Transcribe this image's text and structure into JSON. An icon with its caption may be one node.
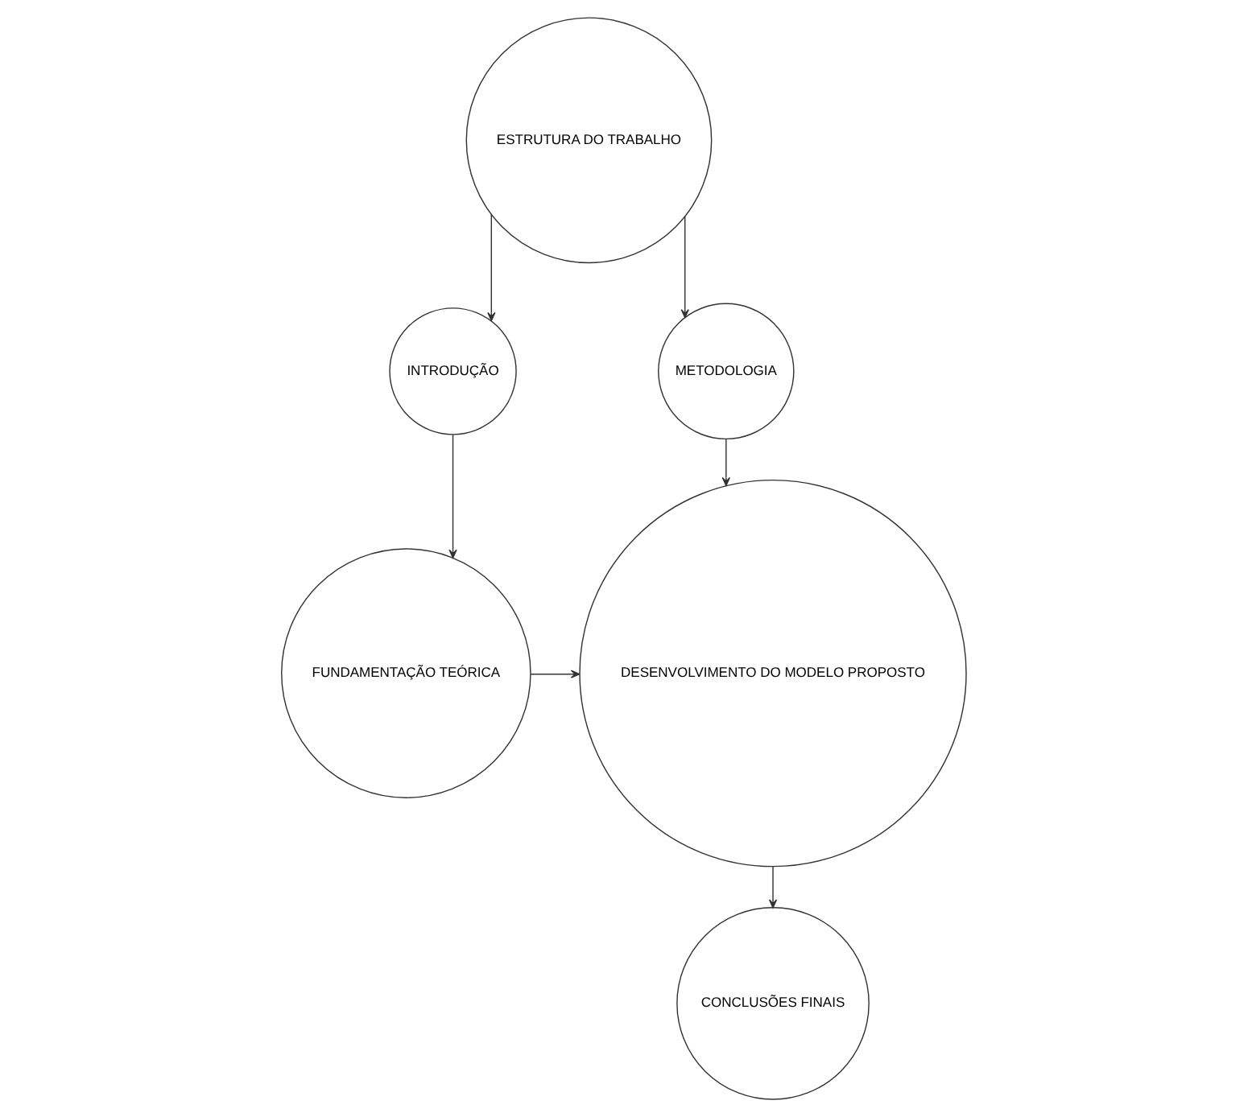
{
  "diagram": {
    "nodes": [
      {
        "text": [
          "ESTRUTURA DO TRABALHO"
        ]
      },
      {
        "text": [
          "INTRODUÇÃO"
        ]
      },
      {
        "text": [
          "METODOLOGIA"
        ]
      },
      {
        "text": [
          "FUNDAMENTAÇÃO TEÓRICA"
        ]
      },
      {
        "text": [
          "DESENVOLVIMENTO DO MODELO PROPOSTO"
        ]
      },
      {
        "text": [
          "CONCLUSÕES FINAIS"
        ]
      }
    ],
    "edges": [
      {
        "from": 0,
        "to": 1,
        "arrow": "to"
      },
      {
        "from": 0,
        "to": 2,
        "arrow": "to"
      },
      {
        "from": 1,
        "to": 3,
        "arrow": "to"
      },
      {
        "from": 3,
        "to": 4,
        "arrow": "to"
      },
      {
        "from": 2,
        "to": 4,
        "arrow": "to"
      },
      {
        "from": 4,
        "to": 5,
        "arrow": "to"
      }
    ]
  }
}
